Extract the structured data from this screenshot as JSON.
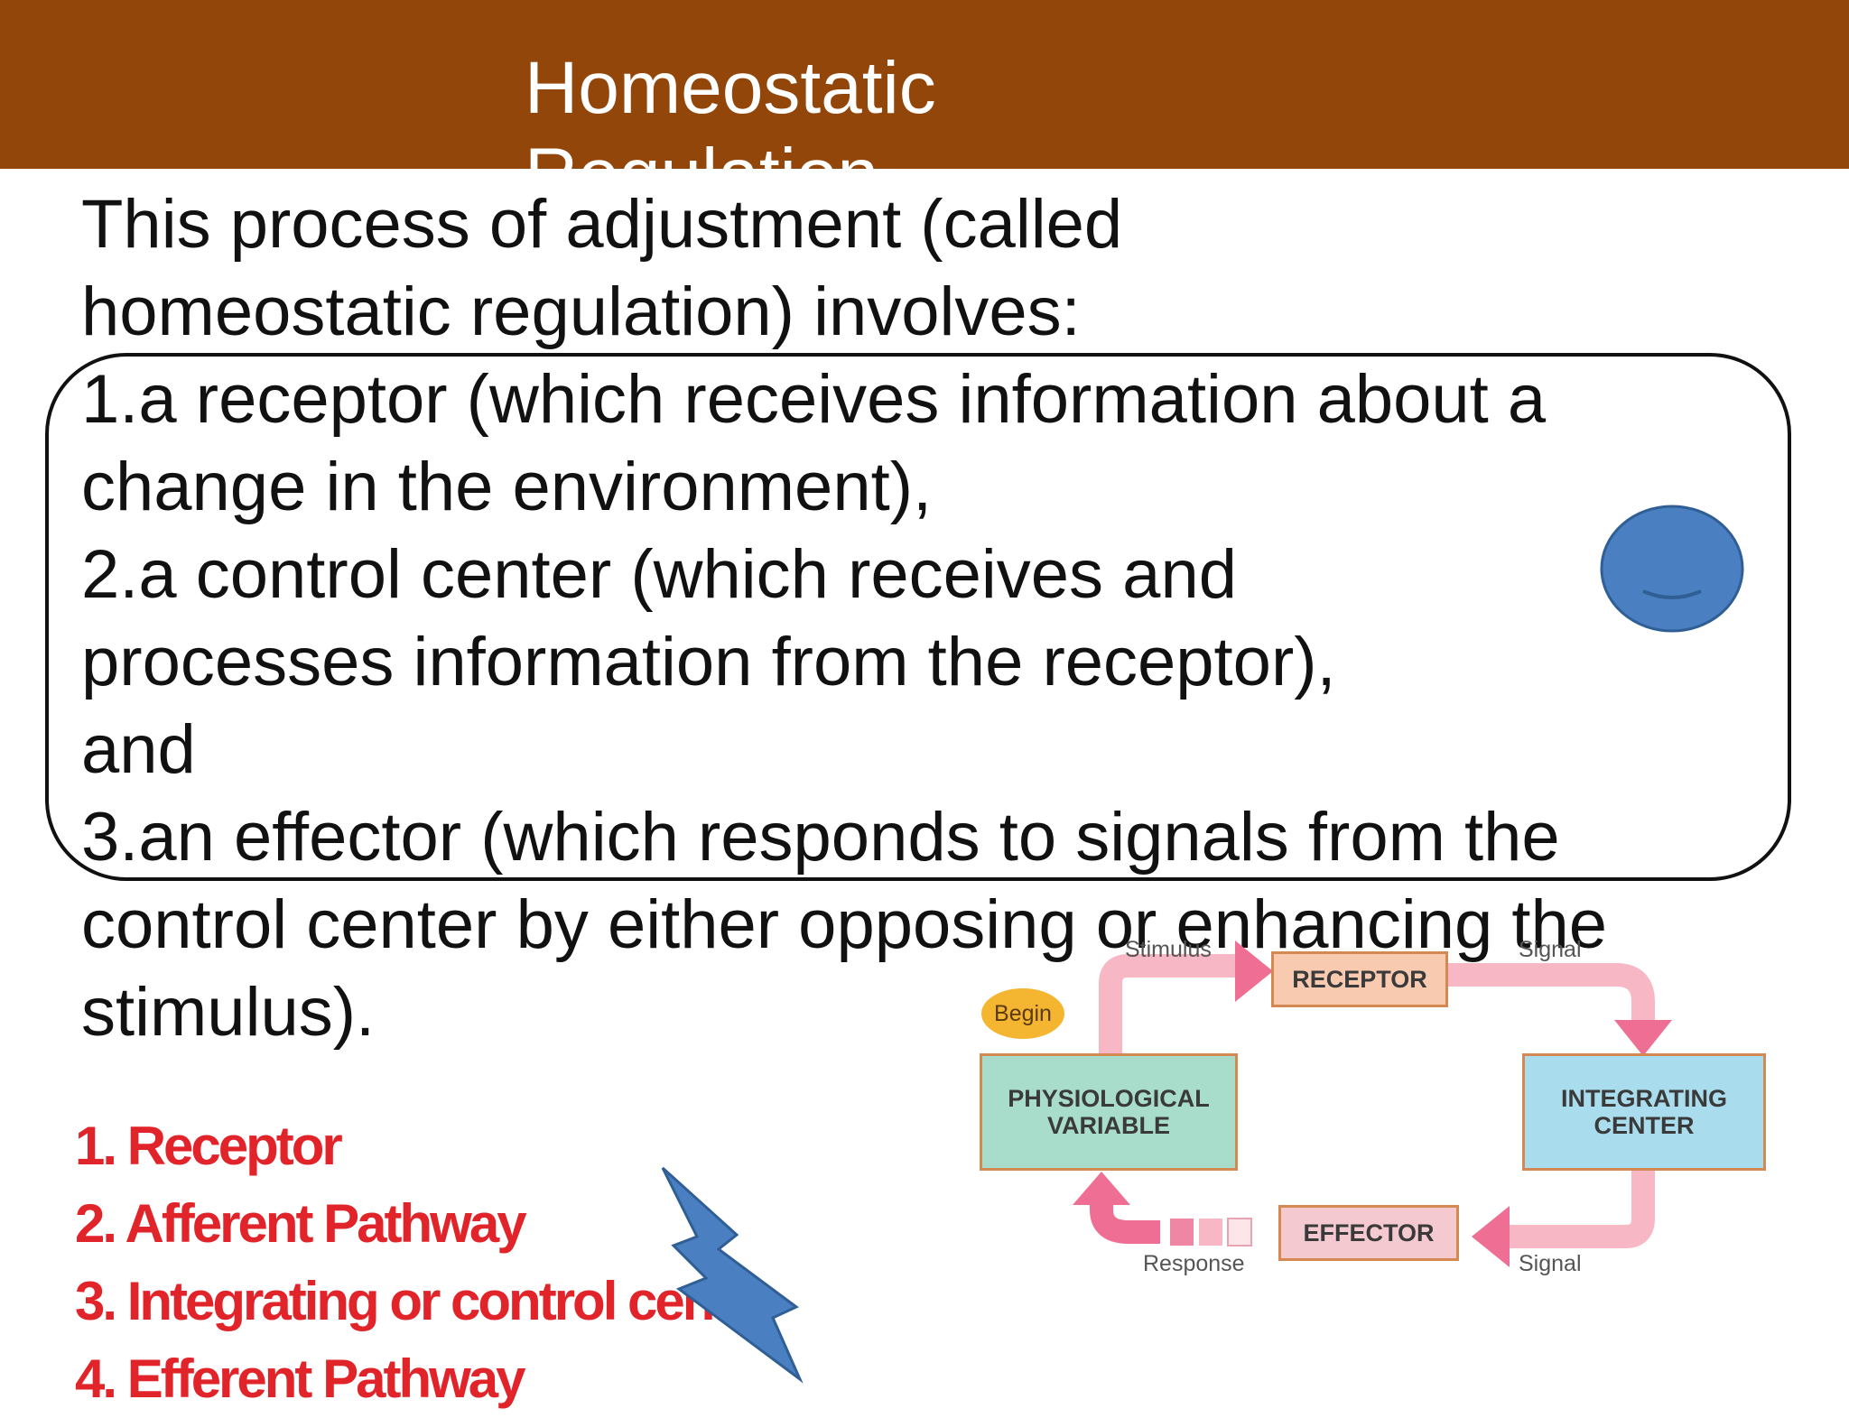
{
  "slide": {
    "title": "Homeostatic Regulation",
    "intro_lines": [
      "This process of adjustment (called",
      "homeostatic  regulation) involves:",
      "1.a receptor (which receives information about a",
      "change  in the environment),",
      "2.a control center (which receives and",
      "processes  information from the receptor),",
      "and",
      "3.an effector (which responds to signals from the",
      "control  center by either opposing or enhancing the",
      "stimulus)."
    ],
    "steps": [
      "1. Receptor",
      "2. Afferent Pathway",
      "3. Integrating or control center",
      "4. Efferent Pathway"
    ],
    "colors": {
      "title_bar": "#93460a",
      "steps_text": "#e1232a",
      "circle_fill": "#4a7fc1",
      "lightning_fill": "#4a7fc1"
    }
  },
  "diagram": {
    "begin": "Begin",
    "stimulus": "Stimulus",
    "signal_top": "Signal",
    "receptor": "RECEPTOR",
    "integrating_center": "INTEGRATING\nCENTER",
    "physiological_variable": "PHYSIOLOGICAL\nVARIABLE",
    "effector": "EFFECTOR",
    "response": "Response",
    "signal_bottom": "Signal"
  }
}
